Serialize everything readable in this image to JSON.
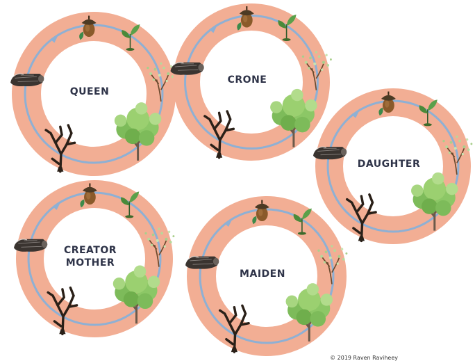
{
  "colors": {
    "ring": "#f2ae94",
    "arrow": "#8eb0d4",
    "label": "#2e3348"
  },
  "rings": [
    {
      "id": "queen",
      "lines": [
        "QUEEN"
      ]
    },
    {
      "id": "crone",
      "lines": [
        "CRONE"
      ]
    },
    {
      "id": "daughter",
      "lines": [
        "DAUGHTER"
      ]
    },
    {
      "id": "creator-mother",
      "lines": [
        "CREATOR",
        "MOTHER"
      ]
    },
    {
      "id": "maiden",
      "lines": [
        "MAIDEN"
      ]
    }
  ],
  "cycle_stages": [
    "acorn-icon",
    "sapling-icon",
    "blossoming-tree-icon",
    "full-tree-icon",
    "bare-tree-icon",
    "fallen-log-icon"
  ],
  "copyright": "© 2019 Raven Raviheey"
}
